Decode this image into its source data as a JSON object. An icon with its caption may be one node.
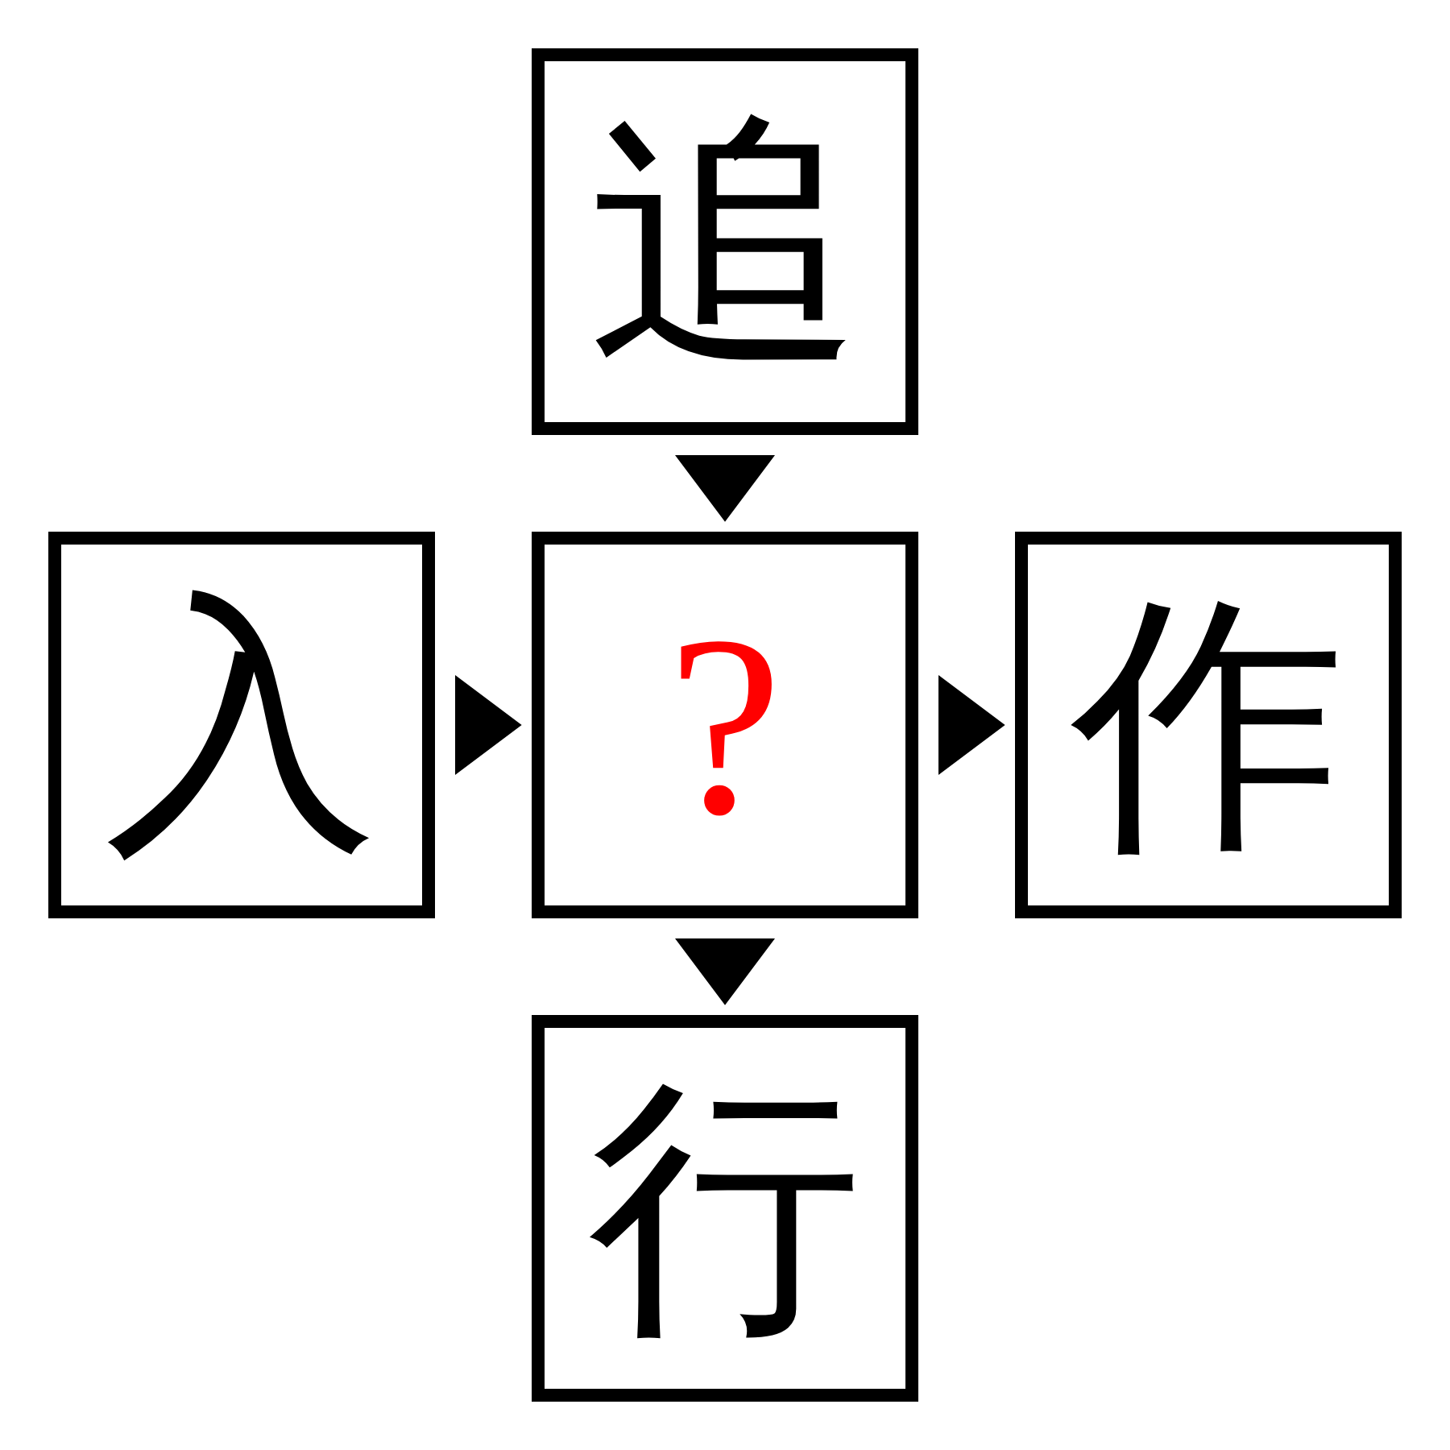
{
  "diagram": {
    "nodes": [
      {
        "text": [
          "追"
        ]
      },
      {
        "text": [
          "入"
        ]
      },
      {
        "text": [
          "?"
        ]
      },
      {
        "text": [
          "作"
        ]
      },
      {
        "text": [
          "行"
        ]
      }
    ],
    "edges": [
      {
        "from": 0,
        "to": 2,
        "arrow": "to"
      },
      {
        "from": 1,
        "to": 2,
        "arrow": "to"
      },
      {
        "from": 2,
        "to": 3,
        "arrow": "to"
      },
      {
        "from": 2,
        "to": 4,
        "arrow": "to"
      }
    ]
  }
}
